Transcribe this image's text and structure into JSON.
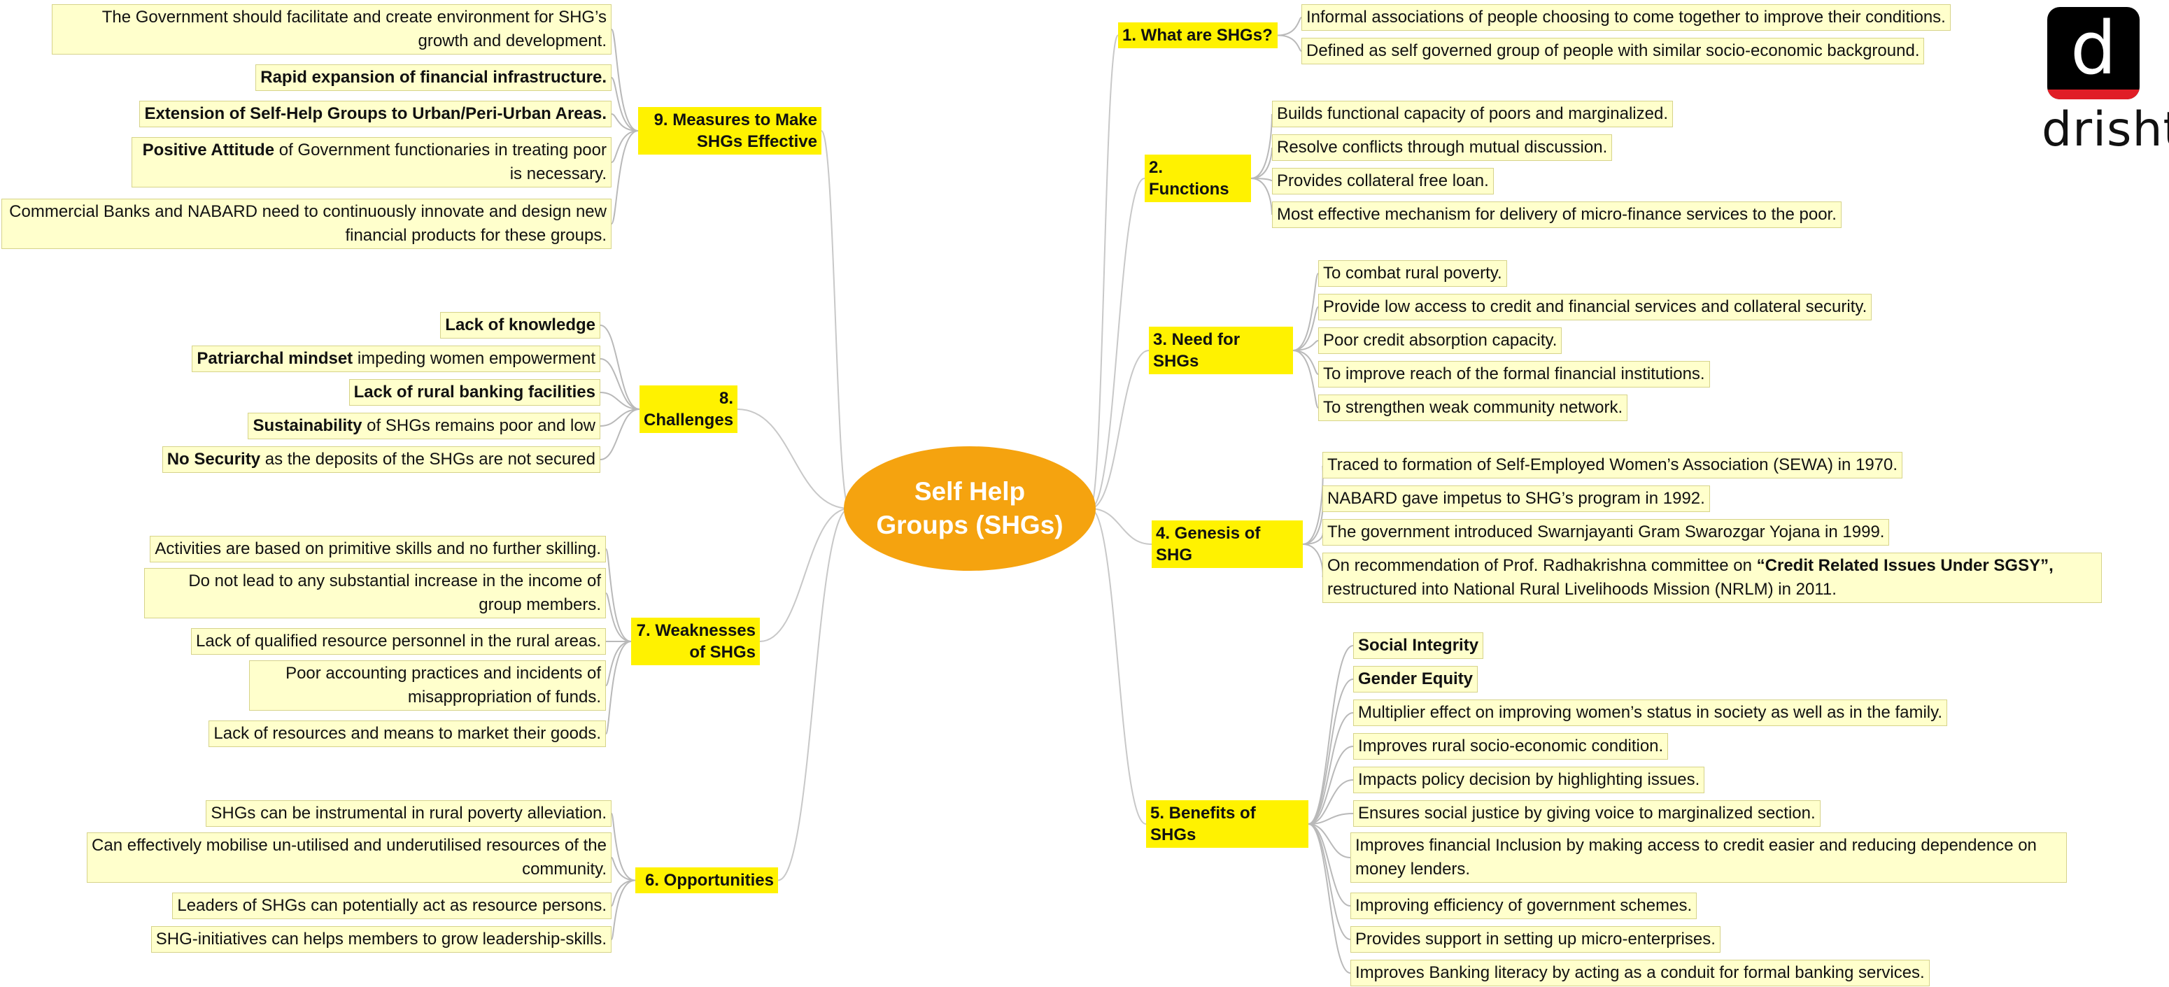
{
  "center": "Self Help Groups (SHGs)",
  "logo": {
    "glyph": "d",
    "word": "drishti"
  },
  "branches": [
    {
      "id": "b1",
      "label": "1. What are SHGs?",
      "leaves": [
        [
          "Informal associations of people choosing to come together to improve their conditions."
        ],
        [
          "Defined as self governed group of people with similar socio-economic background."
        ]
      ]
    },
    {
      "id": "b2",
      "label": "2. Functions",
      "leaves": [
        [
          "Builds functional capacity of poors and marginalized."
        ],
        [
          "Resolve conflicts through mutual discussion."
        ],
        [
          "Provides collateral free loan."
        ],
        [
          "Most effective mechanism for delivery of micro-finance services to the poor."
        ]
      ]
    },
    {
      "id": "b3",
      "label": "3. Need for SHGs",
      "leaves": [
        [
          "To combat rural poverty."
        ],
        [
          "Provide low access to credit and financial services and collateral security."
        ],
        [
          "Poor credit absorption capacity."
        ],
        [
          "To improve reach of the formal financial institutions."
        ],
        [
          "To strengthen weak community network."
        ]
      ]
    },
    {
      "id": "b4",
      "label": "4. Genesis of SHG",
      "leaves": [
        [
          "Traced to formation of Self-Employed Women’s Association (SEWA) in 1970."
        ],
        [
          "NABARD gave impetus to SHG’s program in 1992."
        ],
        [
          "The government introduced Swarnjayanti Gram Swarozgar Yojana in 1999."
        ],
        [
          "On recommendation of Prof. Radhakrishna committee on ",
          "“Credit Related Issues Under SGSY”,",
          " restructured into National Rural Livelihoods Mission (NRLM) in 2011."
        ]
      ]
    },
    {
      "id": "b5",
      "label": "5. Benefits of SHGs",
      "leaves": [
        [
          "",
          "Social Integrity",
          ""
        ],
        [
          "",
          "Gender Equity",
          ""
        ],
        [
          "Multiplier effect on improving women’s status in society as well as in the family."
        ],
        [
          "Improves rural socio-economic condition."
        ],
        [
          "Impacts policy decision by highlighting issues."
        ],
        [
          "Ensures social justice by giving voice to marginalized section."
        ],
        [
          "Improves financial Inclusion by making access to credit easier and reducing dependence on money lenders."
        ],
        [
          "Improving efficiency of government schemes."
        ],
        [
          "Provides support in setting up micro-enterprises."
        ],
        [
          "Improves Banking literacy by acting as a conduit for formal banking services."
        ]
      ]
    },
    {
      "id": "b6",
      "label": "6. Opportunities",
      "leaves": [
        [
          "SHGs can be instrumental in rural poverty alleviation."
        ],
        [
          "Can effectively mobilise un-utilised and underutilised resources of the community."
        ],
        [
          "Leaders of SHGs can potentially act as resource persons."
        ],
        [
          "SHG-initiatives can helps members to grow leadership-skills."
        ]
      ]
    },
    {
      "id": "b7",
      "label": "7. Weaknesses of SHGs",
      "leaves": [
        [
          "Activities are based on primitive skills and no further skilling."
        ],
        [
          "Do not lead to any substantial increase in the income of group members."
        ],
        [
          "Lack of qualified resource personnel in the rural areas."
        ],
        [
          "Poor accounting practices and incidents of misappropriation of funds."
        ],
        [
          "Lack of resources and means to market their goods."
        ]
      ]
    },
    {
      "id": "b8",
      "label": "8. Challenges",
      "leaves": [
        [
          "",
          "Lack of knowledge",
          ""
        ],
        [
          "",
          "Patriarchal mindset",
          " impeding women empowerment"
        ],
        [
          "",
          "Lack of rural banking facilities",
          ""
        ],
        [
          "",
          "Sustainability",
          " of SHGs remains poor and low"
        ],
        [
          "",
          "No Security",
          " as the deposits of the SHGs are not secured"
        ]
      ]
    },
    {
      "id": "b9",
      "label": "9. Measures to Make SHGs Effective",
      "leaves": [
        [
          "The Government should facilitate and create environment for SHG’s growth and development."
        ],
        [
          "",
          "Rapid expansion of financial infrastructure.",
          ""
        ],
        [
          "",
          "Extension of Self-Help Groups to Urban/Peri-Urban Areas.",
          ""
        ],
        [
          "",
          "Positive Attitude",
          " of Government functionaries in treating poor is necessary."
        ],
        [
          "Commercial Banks and NABARD need to continuously innovate and design new financial products for these groups."
        ]
      ]
    }
  ]
}
